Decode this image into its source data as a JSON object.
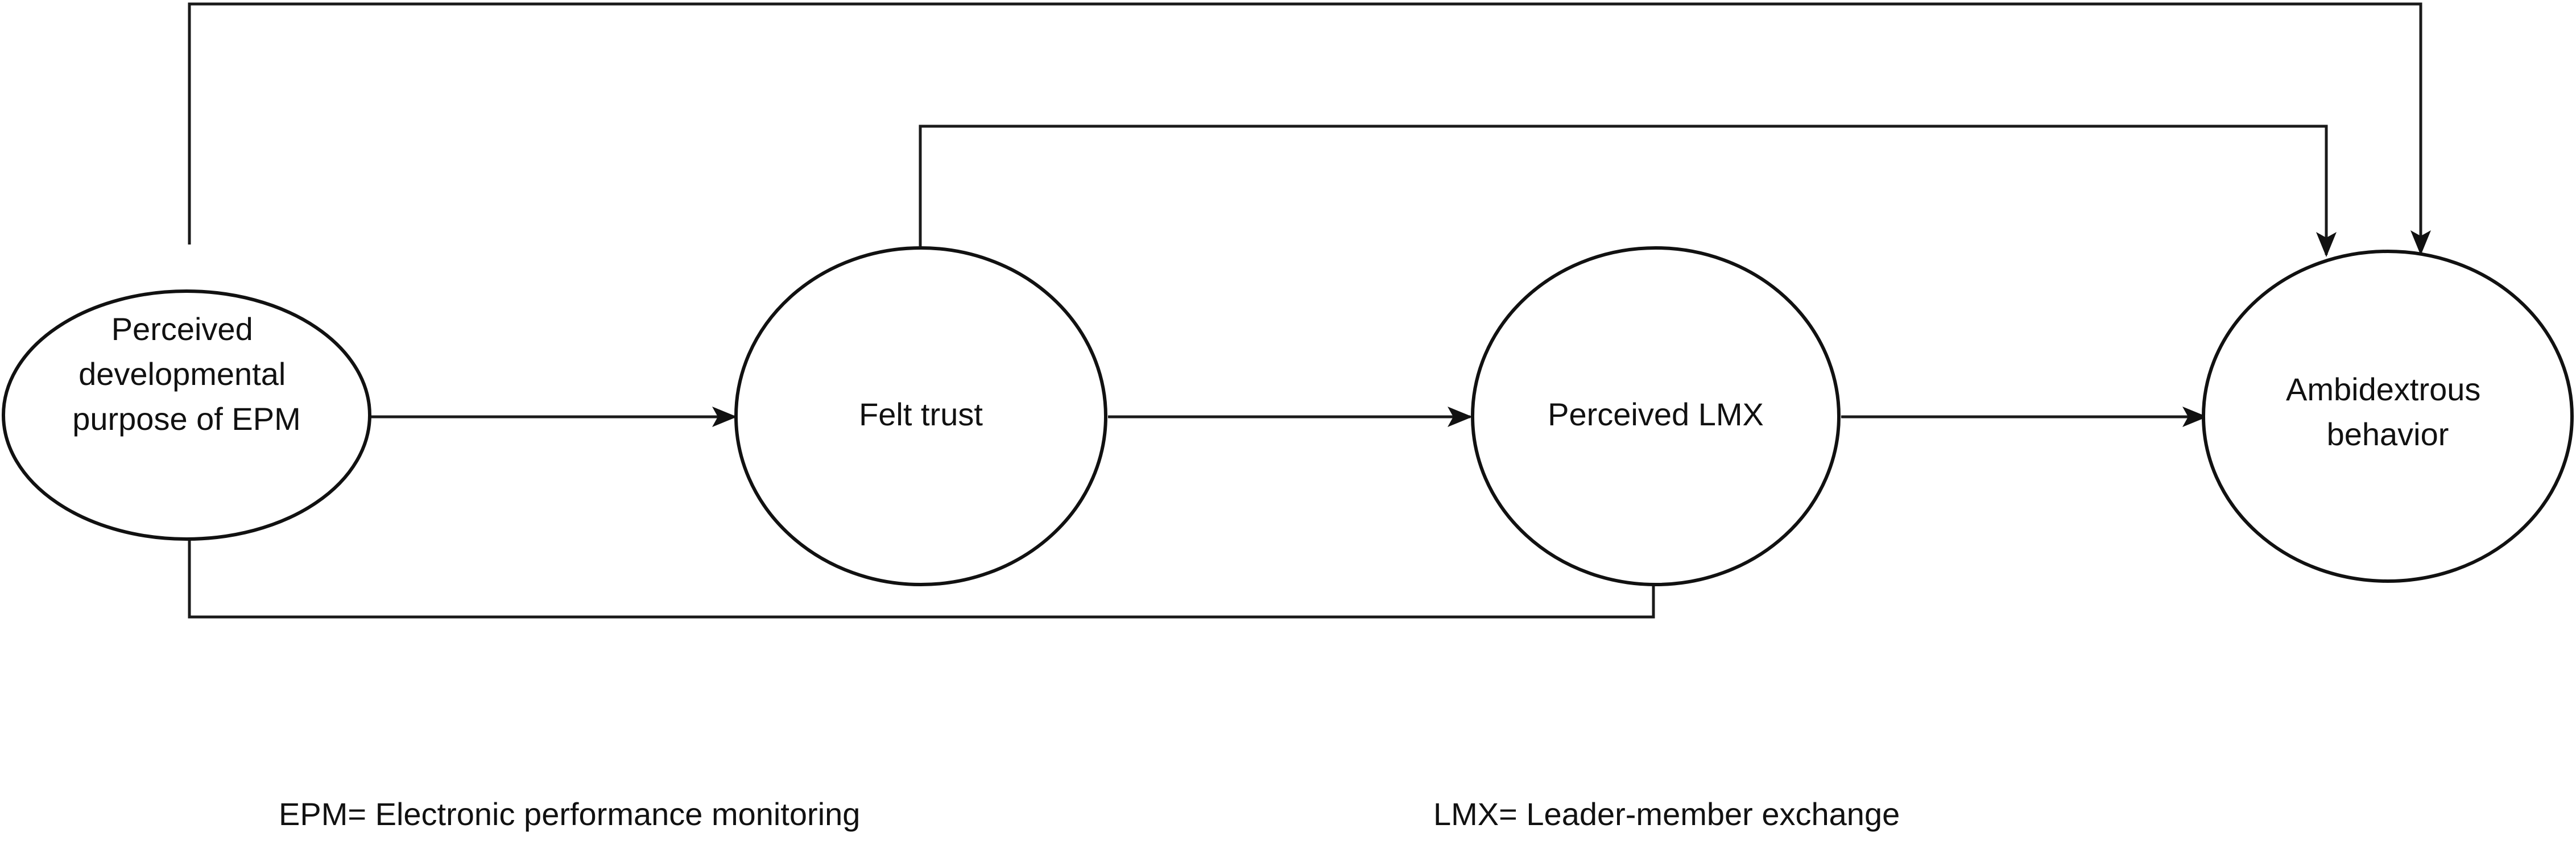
{
  "nodes": {
    "epm": {
      "lines": [
        "Perceived",
        "developmental",
        "purpose of EPM"
      ]
    },
    "trust": {
      "lines": [
        "Felt trust"
      ]
    },
    "lmx": {
      "lines": [
        "Perceived LMX"
      ]
    },
    "ambidextrous": {
      "lines": [
        "Ambidextrous",
        "behavior"
      ]
    }
  },
  "edges": [
    {
      "from": "Perceived developmental purpose of EPM",
      "to": "Felt trust"
    },
    {
      "from": "Felt trust",
      "to": "Perceived LMX"
    },
    {
      "from": "Perceived LMX",
      "to": "Ambidextrous behavior"
    },
    {
      "from": "Perceived developmental purpose of EPM",
      "to": "Ambidextrous behavior"
    },
    {
      "from": "Felt trust",
      "to": "Ambidextrous behavior"
    },
    {
      "from": "Perceived developmental purpose of EPM",
      "to": "Perceived LMX"
    }
  ],
  "footnotes": {
    "epm": "EPM= Electronic performance monitoring",
    "lmx": "LMX= Leader-member exchange"
  },
  "colors": {
    "stroke": "#111111",
    "background": "#ffffff"
  }
}
